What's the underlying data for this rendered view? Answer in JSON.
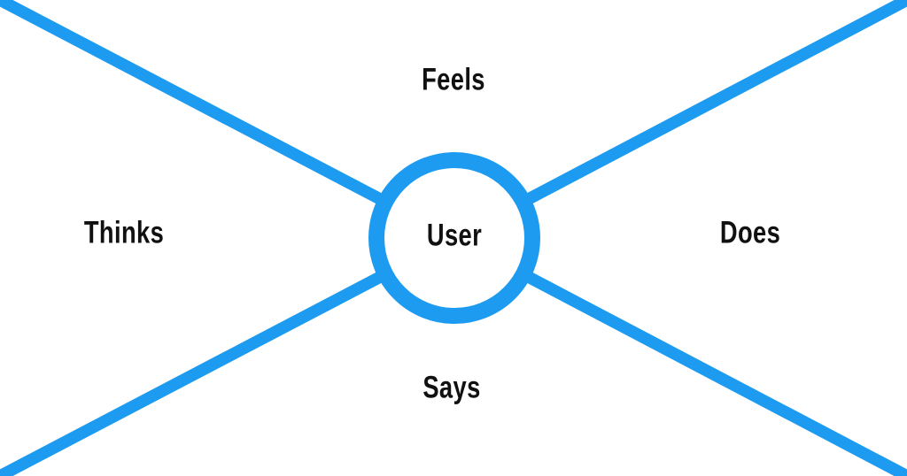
{
  "diagram": {
    "type": "empathy-map",
    "center": {
      "label": "User"
    },
    "quadrants": [
      {
        "id": "top",
        "label": "Feels"
      },
      {
        "id": "left",
        "label": "Thinks"
      },
      {
        "id": "right",
        "label": "Does"
      },
      {
        "id": "bottom",
        "label": "Says"
      }
    ],
    "colors": {
      "accent": "#1d9bf0",
      "text": "#111111",
      "background": "#ffffff"
    }
  }
}
